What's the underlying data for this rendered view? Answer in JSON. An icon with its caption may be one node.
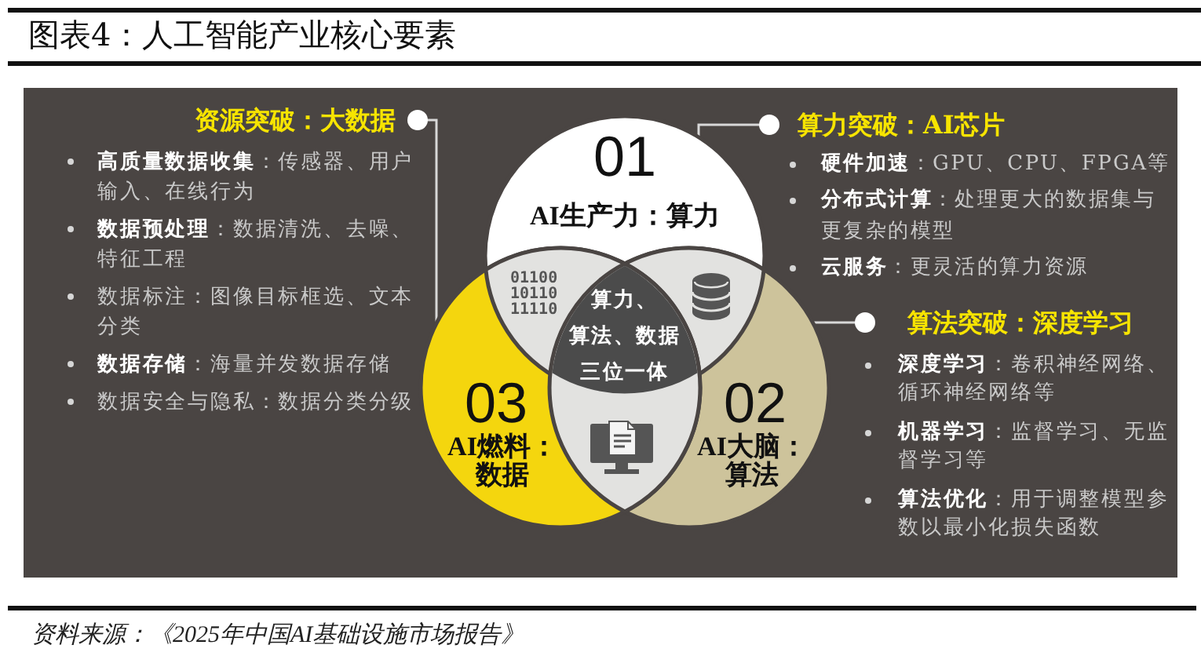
{
  "diagram": {
    "title": "图表4：人工智能产业核心要素",
    "caption": "资料来源：《2025年中国AI基础设施市场报告》",
    "nodes": [
      {
        "text": [
          "01",
          "AI生产力：算力"
        ]
      },
      {
        "text": [
          "02",
          "AI大脑：算法"
        ]
      },
      {
        "text": [
          "03",
          "AI燃料：数据"
        ]
      },
      {
        "text": [
          "算力、算法、数据三位一体"
        ]
      },
      {
        "text": [
          "资源突破：大数据",
          "**高质量数据收集**：传感器、用户输入、在线行为",
          "**数据预处理**：数据清洗、去噪、特征工程",
          "数据标注：图像目标框选、文本分类",
          "**数据存储**：海量并发数据存储",
          "数据安全与隐私：数据分类分级"
        ]
      },
      {
        "text": [
          "算力突破：AI芯片",
          "**硬件加速**：GPU、CPU、FPGA等",
          "**分布式计算**：处理更大的数据集与更复杂的模型",
          "**云服务**：更灵活的算力资源"
        ]
      },
      {
        "text": [
          "算法突破：深度学习",
          "**深度学习**：卷积神经网络、循环神经网络等",
          "**机器学习**：监督学习、无监督学习等",
          "**算法优化**：用于调整模型参数以最小化损失函数"
        ]
      }
    ],
    "edges": [
      {
        "from": 4,
        "to": 2,
        "arrow": "other"
      },
      {
        "from": 5,
        "to": 0,
        "arrow": "other"
      },
      {
        "from": 6,
        "to": 1,
        "arrow": "other"
      }
    ],
    "labels": [
      "01100 10110 11110"
    ]
  }
}
